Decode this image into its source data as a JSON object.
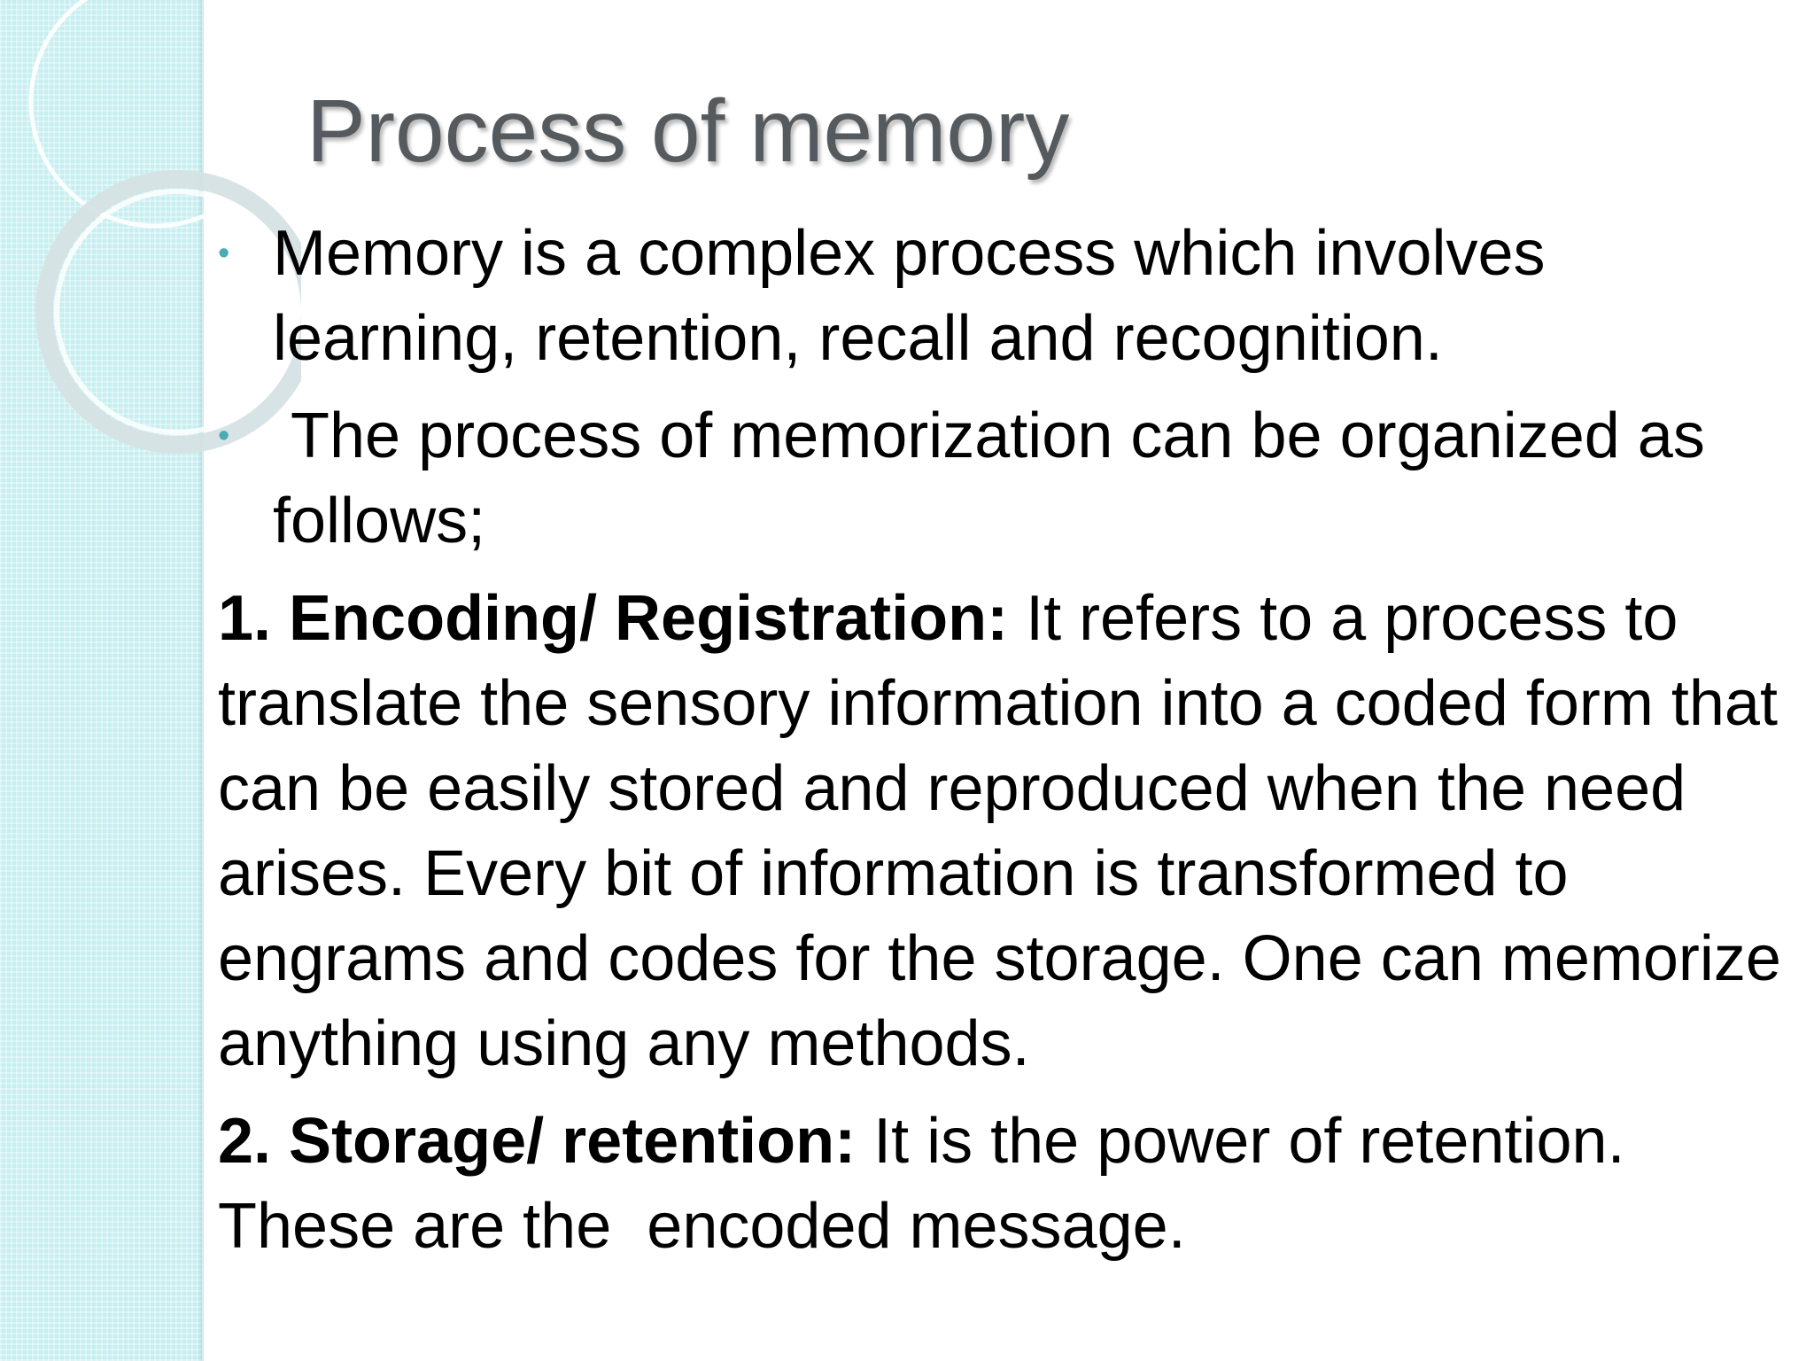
{
  "slide": {
    "title": "Process of memory",
    "bullets": [
      {
        "marker": "•",
        "text": "Memory is a complex process which involves learning, retention, recall and recognition."
      },
      {
        "marker": "•",
        "text": " The process of memorization can be organized as follows;"
      }
    ],
    "sections": [
      {
        "heading": "1. Encoding/ Registration:",
        "text": " It refers to a process to translate the sensory information into a coded form that can be easily stored and reproduced when the need arises. Every bit of information is transformed to engrams and codes for the storage. One can memorize anything using any methods."
      },
      {
        "heading": "2. Storage/ retention:",
        "text": " It is the power of retention. These are the  encoded message."
      }
    ]
  },
  "colors": {
    "side_band": "#c7eef0",
    "title_text": "#555a5e",
    "bullet_marker": "#4aaab6",
    "body_text": "#000000"
  }
}
